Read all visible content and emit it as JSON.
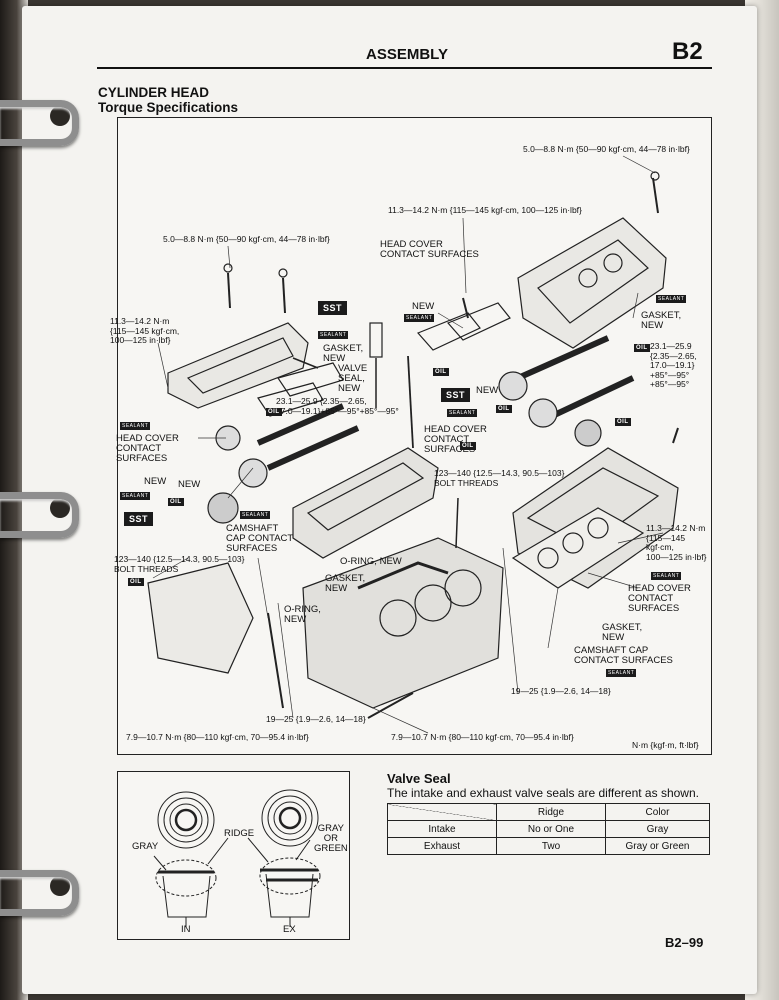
{
  "header": {
    "title": "ASSEMBLY",
    "code": "B2"
  },
  "section": {
    "title": "CYLINDER HEAD",
    "subtitle": "Torque Specifications"
  },
  "tags": {
    "sst": "SST",
    "oil": "OIL",
    "sealant": "SEALANT"
  },
  "diagram": {
    "labels": {
      "torque_top_right": "5.0—8.8 N·m {50—90 kgf·cm, 44—78 in·lbf}",
      "torque_top_center": "11.3—14.2 N·m {115—145 kgf·cm, 100—125 in·lbf}",
      "torque_left_top": "5.0—8.8 N·m {50—90 kgf·cm, 44—78 in·lbf}",
      "head_cover_contact_top": "HEAD COVER\nCONTACT SURFACES",
      "torque_left": "11.3—14.2 N·m\n{115—145 kgf·cm,\n100—125 in·lbf}",
      "new_1": "NEW",
      "gasket_new_1": "GASKET,\nNEW",
      "valve_seal_new": "VALVE\nSEAL,\nNEW",
      "gasket_new_right": "GASKET,\nNEW",
      "torque_cam_right": "23.1—25.9\n{2.35—2.65,\n17.0—19.1}\n+85°—95°\n+85°—95°",
      "torque_cam_center": "23.1—25.9 {2.35—2.65,\n17.0—19.1}+85°—95°+85°—95°",
      "new_2": "NEW",
      "head_cover_contact_left": "HEAD COVER\nCONTACT\nSURFACES",
      "head_cover_contact_center": "HEAD COVER\nCONTACT\nSURFACES",
      "new_3": "NEW",
      "new_4": "NEW",
      "bolt_threads_center": "123—140 {12.5—14.3, 90.5—103}\nBOLT THREADS",
      "camshaft_cap_contact": "CAMSHAFT\nCAP CONTACT\nSURFACES",
      "bolt_threads_left": "123—140 {12.5—14.3, 90.5—103}\nBOLT THREADS",
      "o_ring_new_1": "O-RING, NEW",
      "gasket_new_2": "GASKET,\nNEW",
      "o_ring_new_2": "O-RING,\nNEW",
      "torque_right_mid": "11.3—14.2 N·m\n{115—145 kgf·cm,\n100—125 in·lbf}",
      "head_cover_contact_right": "HEAD COVER\nCONTACT\nSURFACES",
      "gasket_new_3": "GASKET,\nNEW",
      "camshaft_cap_contact_right": "CAMSHAFT CAP\nCONTACT SURFACES",
      "torque_19_25_right": "19—25 {1.9—2.6, 14—18}",
      "torque_19_25_left": "19—25 {1.9—2.6, 14—18}",
      "torque_79_left": "7.9—10.7 N·m {80—110 kgf·cm, 70—95.4 in·lbf}",
      "torque_79_right": "7.9—10.7 N·m {80—110 kgf·cm, 70—95.4 in·lbf}"
    },
    "units": "N·m {kgf·m, ft·lbf}"
  },
  "valve_fig": {
    "gray": "GRAY",
    "ridge": "RIDGE",
    "gray_or_green": "GRAY\nOR\nGREEN",
    "in": "IN",
    "ex": "EX"
  },
  "valve_seal": {
    "title": "Valve Seal",
    "description": "The intake and exhaust valve seals are different as shown.",
    "columns": [
      "",
      "Ridge",
      "Color"
    ],
    "rows": [
      [
        "Intake",
        "No or One",
        "Gray"
      ],
      [
        "Exhaust",
        "Two",
        "Gray or Green"
      ]
    ]
  },
  "page_number": "B2–99"
}
